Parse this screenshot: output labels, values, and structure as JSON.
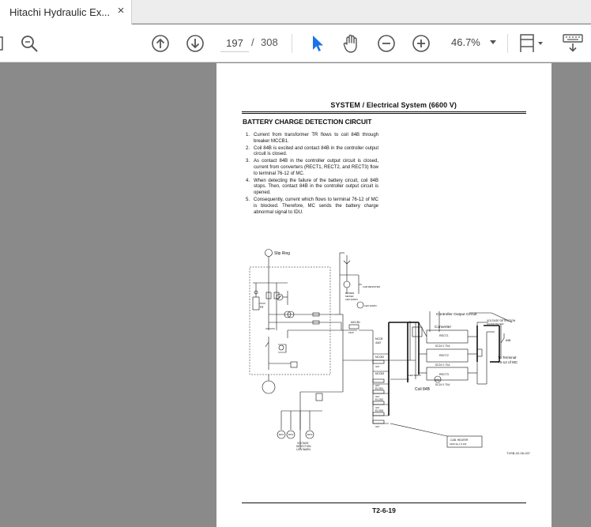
{
  "tab": {
    "title": "Hitachi Hydraulic Ex...",
    "close_glyph": "×"
  },
  "toolbar": {
    "current_page": "197",
    "page_separator": "/",
    "total_pages": "308",
    "zoom_value": "46.7%"
  },
  "document": {
    "header": "SYSTEM / Electrical System (6600 V)",
    "section_title": "BATTERY CHARGE DETECTION CIRCUIT",
    "steps": [
      {
        "num": "1.",
        "text": "Current from transformer TR flows to coil 84B through breaker MCCB1."
      },
      {
        "num": "2.",
        "text": "Coil 84B is excited and contact 84B in the controller output circuit is closed."
      },
      {
        "num": "3.",
        "text": "As contact 84B in the controller output circuit is closed, current from converters (RECT1, RECT2, and RECT3) flow to terminal 76-12 of MC."
      },
      {
        "num": "4.",
        "text": "When detecting the failure of the battery circuit, coil 84B stops. Then, contact 84B in the controller output circuit is opened."
      },
      {
        "num": "5.",
        "text": "Consequently, current which flows to terminal 76-12 of MC is blocked. Therefore, MC sends the battery charge abnormal signal to IDU."
      }
    ],
    "diagram_labels": {
      "slip_ring": "Slip Ring",
      "tr": "TR",
      "controller_output_circuit": "Controller Output Circuit",
      "converter": "Converter",
      "rect1": "RECT1",
      "rect2": "RECT2",
      "rect3": "RECT3",
      "rect_rating": "DC24 V 75 A",
      "voltage_detection": "VOLTAGE DETECTION",
      "voltage_detection_range": "AC210V/DC24V",
      "contact_84b": "84B",
      "to_terminal": "To Terminal",
      "terminal_ref": "76-12 of MC",
      "coil_84b": "Coil 84B",
      "coil_tag": "84B",
      "mccb1": "MCCB1",
      "mccb1_rating": "15AT",
      "mccb_main": "MCCB",
      "mccb_main_rating": "40AT",
      "mccb2": "MCCB2",
      "rating_3at": "3AT",
      "mccb3": "MCCB3",
      "elcb1": "ELCB1",
      "elcb2": "ELCB2",
      "elcb3": "ELCB3",
      "cab_heater": "CAB. HEATER",
      "cab_heater_rating": "3100 3φ 1.5 kW",
      "voltage_detection_low": "VOLTAGE",
      "detection": "DETECTION",
      "low_warn": "LOW WARN",
      "bat1": "BAT1",
      "bat2": "BAT2",
      "bat3": "BAT3",
      "power_meter": "POWER",
      "meter": "METER",
      "led_warn": "LED WARN",
      "cab_resister": "CAB RESISTER",
      "led_warn_2": "LED WARN",
      "led_warn_3": "LED WARN"
    },
    "figure_id": "TXSB-02-06-007",
    "page_number": "T2-6-19"
  }
}
